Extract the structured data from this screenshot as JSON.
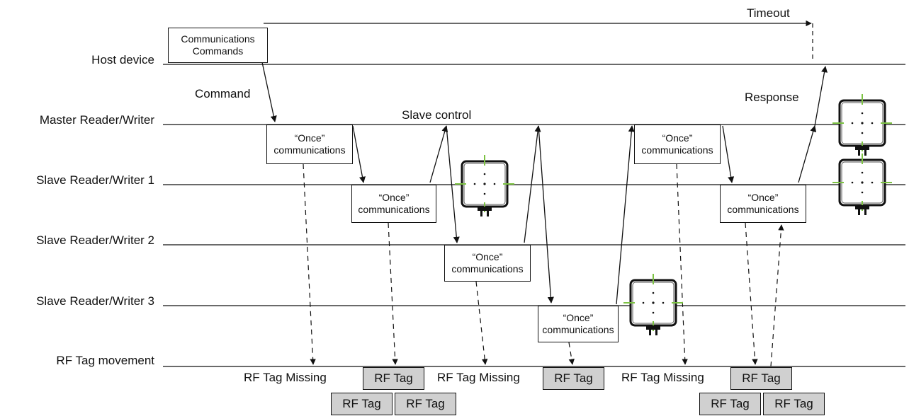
{
  "lanes": {
    "host": "Host device",
    "master": "Master Reader/Writer",
    "slave1": "Slave Reader/Writer 1",
    "slave2": "Slave Reader/Writer 2",
    "slave3": "Slave Reader/Writer 3",
    "tag": "RF Tag movement"
  },
  "labels": {
    "timeout": "Timeout",
    "command": "Command",
    "response": "Response",
    "slave_control": "Slave control"
  },
  "host_box": {
    "line1": "Communications",
    "line2": "Commands"
  },
  "comm_box": {
    "line1": "“Once”",
    "line2": "communications"
  },
  "rf_tag": "RF Tag",
  "rf_tag_missing": "RF Tag Missing",
  "colors": {
    "line": "#111111",
    "tag_fill": "#d0d0d0",
    "indicator": "#7cc242"
  },
  "icons": [
    "reader-writer-icon"
  ]
}
